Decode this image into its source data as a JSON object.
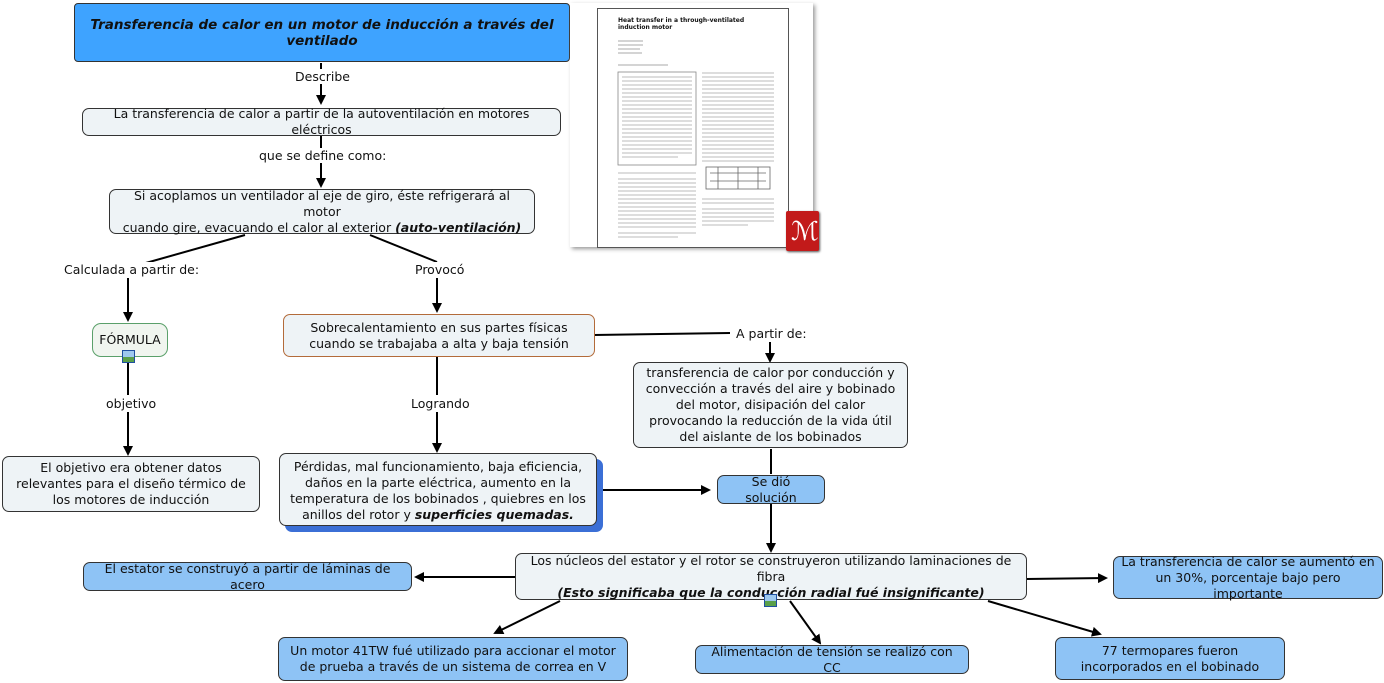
{
  "title": "Transferencia de calor en un motor de inducción a través del ventilado",
  "nodes": {
    "concept_main": "La transferencia de calor a partir de la autoventilación en motores eléctricos",
    "definition_line1": "Si acoplamos un ventilador al eje de giro, éste refrigerará al motor",
    "definition_line2": "cuando gire, evacuando el calor al exterior",
    "definition_emph": "(auto-ventilación)",
    "formula": "FÓRMULA",
    "objective": "El objetivo era obtener datos relevantes para el diseño térmico de los motores de inducción",
    "overheating": "Sobrecalentamiento en sus partes físicas cuando se trabajaba a alta y baja tensión",
    "losses": "Pérdidas, mal funcionamiento, baja eficiencia, daños en la parte eléctrica, aumento en la temperatura de los bobinados , quiebres en los anillos del rotor y",
    "losses_emph": "superficies quemadas.",
    "transfer": "transferencia de calor por conducción y convección a través del aire y bobinado del motor, disipación del calor provocando la reducción de la vida útil del aislante de los bobinados",
    "solution": "Se dió solución",
    "cores": "Los núcleos del estator y el rotor se construyeron utilizando laminaciones de fibra",
    "cores_emph": "(Esto significaba que la conducción radial fué insignificante)",
    "stator": "El estator se construyó a partir de láminas de acero",
    "increase": "La transferencia de calor se aumentó en un 30%, porcentaje bajo pero importante",
    "motor41": "Un motor 41TW fué utilizado para accionar el motor de prueba a través de un sistema de correa en V",
    "power": "Alimentación de tensión se realizó con CC",
    "thermocouples": "77 termopares fueron incorporados en el bobinado"
  },
  "labels": {
    "describe": "Describe",
    "defined_as": "que se define como:",
    "calculated": "Calculada a partir de:",
    "caused": "Provocó",
    "objective": "objetivo",
    "achieving": "Logrando",
    "from": "A partir de:"
  },
  "document": {
    "title": "Heat transfer in a through-ventilated induction motor"
  },
  "colors": {
    "title_fill": "#3ea3ff",
    "concept_fill": "#eef3f6",
    "highlight_fill": "#8ec3f5",
    "shadow": "#3b6fd6",
    "pdf_red": "#c21a1a"
  }
}
